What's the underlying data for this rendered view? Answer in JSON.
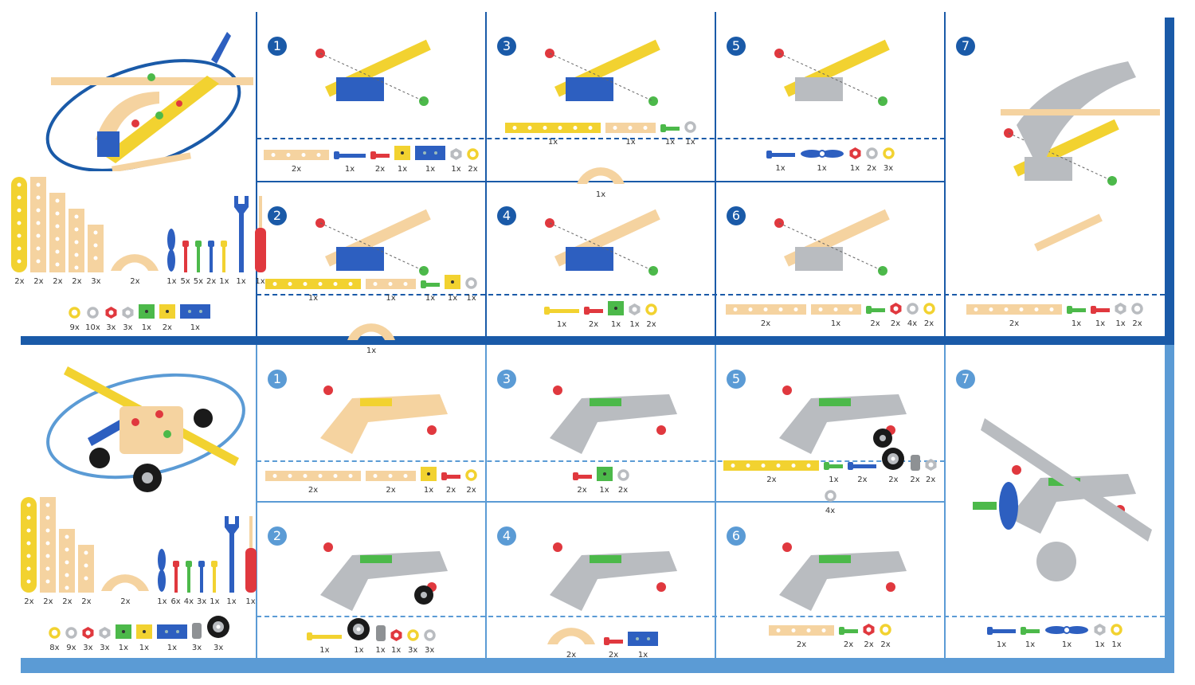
{
  "colors": {
    "dark_blue": "#1a5aa8",
    "light_blue": "#5b9bd5",
    "wood": "#f5d3a0",
    "yellow": "#f2d230",
    "red": "#e0383e",
    "green": "#4cb94a",
    "blue": "#2d5fc0",
    "grey": "#b9bcc0",
    "black": "#1a1a1a"
  },
  "helicopter": {
    "overview_parts_row1": [
      {
        "type": "vbeam",
        "color": "#f2d230",
        "h": 120,
        "qty": "2x"
      },
      {
        "type": "vbeam",
        "color": "#f5d3a0",
        "h": 120,
        "qty": "2x"
      },
      {
        "type": "vbeam",
        "color": "#f5d3a0",
        "h": 100,
        "qty": "2x"
      },
      {
        "type": "vbeam",
        "color": "#f5d3a0",
        "h": 80,
        "qty": "2x"
      },
      {
        "type": "vbeam",
        "color": "#f5d3a0",
        "h": 60,
        "qty": "3x"
      },
      {
        "type": "arc",
        "color": "#f5d3a0",
        "qty": "2x"
      },
      {
        "type": "vprop",
        "color": "#2d5fc0",
        "qty": "1x"
      },
      {
        "type": "vscrew",
        "color": "#e0383e",
        "qty": "5x"
      },
      {
        "type": "vscrew",
        "color": "#4cb94a",
        "qty": "5x"
      },
      {
        "type": "vscrew",
        "color": "#2d5fc0",
        "qty": "2x"
      },
      {
        "type": "vscrew",
        "color": "#f2d230",
        "qty": "1x"
      },
      {
        "type": "wrench",
        "color": "#2d5fc0",
        "qty": "1x"
      },
      {
        "type": "screwdriver",
        "color": "#e0383e",
        "qty": "1x"
      }
    ],
    "overview_parts_row2": [
      {
        "type": "washer",
        "color": "#f2d230",
        "qty": "9x"
      },
      {
        "type": "washer",
        "color": "#b9bcc0",
        "qty": "10x"
      },
      {
        "type": "nut",
        "color": "#e0383e",
        "qty": "3x"
      },
      {
        "type": "nut",
        "color": "#b9bcc0",
        "qty": "3x"
      },
      {
        "type": "cube",
        "color": "#4cb94a",
        "qty": "1x"
      },
      {
        "type": "cube",
        "color": "#f2d230",
        "qty": "2x"
      },
      {
        "type": "block",
        "color": "#2d5fc0",
        "qty": "1x"
      }
    ],
    "steps": [
      {
        "number": "1",
        "parts": [
          {
            "type": "beam",
            "color": "#f5d3a0",
            "holes": 4,
            "qty": "2x"
          },
          {
            "type": "screw",
            "color": "#2d5fc0",
            "len": 40,
            "qty": "1x"
          },
          {
            "type": "screw",
            "color": "#e0383e",
            "qty": "2x"
          },
          {
            "type": "cube",
            "color": "#f2d230",
            "qty": "1x"
          },
          {
            "type": "block",
            "color": "#2d5fc0",
            "qty": "1x"
          },
          {
            "type": "nut",
            "color": "#b9bcc0",
            "qty": "1x"
          },
          {
            "type": "washer",
            "color": "#f2d230",
            "qty": "2x"
          }
        ]
      },
      {
        "number": "2",
        "parts": [
          {
            "type": "beam",
            "color": "#f2d230",
            "holes": 6,
            "qty": "1x"
          },
          {
            "type": "beam",
            "color": "#f5d3a0",
            "holes": 3,
            "qty": "1x"
          },
          {
            "type": "screw",
            "color": "#4cb94a",
            "qty": "1x"
          },
          {
            "type": "cube",
            "color": "#f2d230",
            "qty": "1x"
          },
          {
            "type": "washer",
            "color": "#b9bcc0",
            "qty": "1x"
          },
          {
            "type": "arc",
            "color": "#f5d3a0",
            "qty": "1x"
          }
        ]
      },
      {
        "number": "3",
        "parts": [
          {
            "type": "beam",
            "color": "#f2d230",
            "holes": 6,
            "qty": "1x"
          },
          {
            "type": "beam",
            "color": "#f5d3a0",
            "holes": 3,
            "qty": "1x"
          },
          {
            "type": "screw",
            "color": "#4cb94a",
            "qty": "1x"
          },
          {
            "type": "washer",
            "color": "#b9bcc0",
            "qty": "1x"
          },
          {
            "type": "arc",
            "color": "#f5d3a0",
            "qty": "1x"
          }
        ]
      },
      {
        "number": "4",
        "parts": [
          {
            "type": "screw",
            "color": "#f2d230",
            "len": 44,
            "qty": "1x"
          },
          {
            "type": "screw",
            "color": "#e0383e",
            "qty": "2x"
          },
          {
            "type": "cube",
            "color": "#4cb94a",
            "qty": "1x"
          },
          {
            "type": "nut",
            "color": "#b9bcc0",
            "qty": "1x"
          },
          {
            "type": "washer",
            "color": "#f2d230",
            "qty": "2x"
          }
        ]
      },
      {
        "number": "5",
        "parts": [
          {
            "type": "screw",
            "color": "#2d5fc0",
            "len": 36,
            "qty": "1x"
          },
          {
            "type": "prop",
            "color": "#2d5fc0",
            "qty": "1x"
          },
          {
            "type": "nut",
            "color": "#e0383e",
            "qty": "1x"
          },
          {
            "type": "washer",
            "color": "#b9bcc0",
            "qty": "2x"
          },
          {
            "type": "washer",
            "color": "#f2d230",
            "qty": "3x"
          }
        ]
      },
      {
        "number": "6",
        "parts": [
          {
            "type": "beam",
            "color": "#f5d3a0",
            "holes": 5,
            "qty": "2x"
          },
          {
            "type": "beam",
            "color": "#f5d3a0",
            "holes": 3,
            "qty": "1x"
          },
          {
            "type": "screw",
            "color": "#4cb94a",
            "qty": "2x"
          },
          {
            "type": "nut",
            "color": "#e0383e",
            "qty": "2x"
          },
          {
            "type": "washer",
            "color": "#b9bcc0",
            "qty": "4x"
          },
          {
            "type": "washer",
            "color": "#f2d230",
            "qty": "2x"
          }
        ]
      },
      {
        "number": "7",
        "parts": [
          {
            "type": "beam",
            "color": "#f5d3a0",
            "holes": 6,
            "qty": "2x"
          },
          {
            "type": "screw",
            "color": "#4cb94a",
            "qty": "1x"
          },
          {
            "type": "screw",
            "color": "#e0383e",
            "qty": "1x"
          },
          {
            "type": "nut",
            "color": "#b9bcc0",
            "qty": "1x"
          },
          {
            "type": "washer",
            "color": "#b9bcc0",
            "qty": "2x"
          }
        ]
      }
    ]
  },
  "airplane": {
    "overview_parts_row1": [
      {
        "type": "vbeam",
        "color": "#f2d230",
        "h": 120,
        "qty": "2x"
      },
      {
        "type": "vbeam",
        "color": "#f5d3a0",
        "h": 120,
        "qty": "2x"
      },
      {
        "type": "vbeam",
        "color": "#f5d3a0",
        "h": 80,
        "qty": "2x"
      },
      {
        "type": "vbeam",
        "color": "#f5d3a0",
        "h": 60,
        "qty": "2x"
      },
      {
        "type": "arc",
        "color": "#f5d3a0",
        "qty": "2x"
      },
      {
        "type": "vprop",
        "color": "#2d5fc0",
        "qty": "1x"
      },
      {
        "type": "vscrew",
        "color": "#e0383e",
        "qty": "6x"
      },
      {
        "type": "vscrew",
        "color": "#4cb94a",
        "qty": "4x"
      },
      {
        "type": "vscrew",
        "color": "#2d5fc0",
        "qty": "3x"
      },
      {
        "type": "vscrew",
        "color": "#f2d230",
        "qty": "1x"
      },
      {
        "type": "wrench",
        "color": "#2d5fc0",
        "qty": "1x"
      },
      {
        "type": "screwdriver",
        "color": "#e0383e",
        "qty": "1x"
      }
    ],
    "overview_parts_row2": [
      {
        "type": "washer",
        "color": "#f2d230",
        "qty": "8x"
      },
      {
        "type": "washer",
        "color": "#b9bcc0",
        "qty": "9x"
      },
      {
        "type": "nut",
        "color": "#e0383e",
        "qty": "3x"
      },
      {
        "type": "nut",
        "color": "#b9bcc0",
        "qty": "3x"
      },
      {
        "type": "cube",
        "color": "#4cb94a",
        "qty": "1x"
      },
      {
        "type": "cube",
        "color": "#f2d230",
        "qty": "1x"
      },
      {
        "type": "block",
        "color": "#2d5fc0",
        "qty": "1x"
      },
      {
        "type": "spacer",
        "color": "#8e9194",
        "qty": "3x"
      },
      {
        "type": "wheel",
        "color": "#1a1a1a",
        "qty": "3x"
      }
    ],
    "steps": [
      {
        "number": "1",
        "parts": [
          {
            "type": "beam",
            "color": "#f5d3a0",
            "holes": 6,
            "qty": "2x"
          },
          {
            "type": "beam",
            "color": "#f5d3a0",
            "holes": 3,
            "qty": "2x"
          },
          {
            "type": "cube",
            "color": "#f2d230",
            "qty": "1x"
          },
          {
            "type": "screw",
            "color": "#e0383e",
            "qty": "2x"
          },
          {
            "type": "washer",
            "color": "#f2d230",
            "qty": "2x"
          }
        ]
      },
      {
        "number": "2",
        "parts": [
          {
            "type": "screw",
            "color": "#f2d230",
            "len": 44,
            "qty": "1x"
          },
          {
            "type": "wheel",
            "color": "#1a1a1a",
            "qty": "1x"
          },
          {
            "type": "spacer",
            "color": "#8e9194",
            "qty": "1x"
          },
          {
            "type": "nut",
            "color": "#e0383e",
            "qty": "1x"
          },
          {
            "type": "washer",
            "color": "#f2d230",
            "qty": "3x"
          },
          {
            "type": "washer",
            "color": "#b9bcc0",
            "qty": "3x"
          }
        ]
      },
      {
        "number": "3",
        "parts": [
          {
            "type": "screw",
            "color": "#e0383e",
            "qty": "2x"
          },
          {
            "type": "cube",
            "color": "#4cb94a",
            "qty": "1x"
          },
          {
            "type": "washer",
            "color": "#b9bcc0",
            "qty": "2x"
          }
        ]
      },
      {
        "number": "4",
        "parts": [
          {
            "type": "arc",
            "color": "#f5d3a0",
            "qty": "2x"
          },
          {
            "type": "screw",
            "color": "#e0383e",
            "qty": "2x"
          },
          {
            "type": "block",
            "color": "#2d5fc0",
            "qty": "1x"
          }
        ]
      },
      {
        "number": "5",
        "parts": [
          {
            "type": "beam",
            "color": "#f2d230",
            "holes": 6,
            "qty": "2x"
          },
          {
            "type": "screw",
            "color": "#4cb94a",
            "qty": "1x"
          },
          {
            "type": "screw",
            "color": "#2d5fc0",
            "len": 36,
            "qty": "2x"
          },
          {
            "type": "wheel",
            "color": "#1a1a1a",
            "qty": "2x"
          },
          {
            "type": "spacer",
            "color": "#8e9194",
            "qty": "2x"
          },
          {
            "type": "nut",
            "color": "#b9bcc0",
            "qty": "2x"
          },
          {
            "type": "washer",
            "color": "#b9bcc0",
            "qty": "4x"
          }
        ]
      },
      {
        "number": "6",
        "parts": [
          {
            "type": "beam",
            "color": "#f5d3a0",
            "holes": 4,
            "qty": "2x"
          },
          {
            "type": "screw",
            "color": "#4cb94a",
            "qty": "2x"
          },
          {
            "type": "nut",
            "color": "#e0383e",
            "qty": "2x"
          },
          {
            "type": "washer",
            "color": "#f2d230",
            "qty": "2x"
          }
        ]
      },
      {
        "number": "7",
        "parts": [
          {
            "type": "screw",
            "color": "#2d5fc0",
            "len": 36,
            "qty": "1x"
          },
          {
            "type": "screw",
            "color": "#4cb94a",
            "qty": "1x"
          },
          {
            "type": "prop",
            "color": "#2d5fc0",
            "qty": "1x"
          },
          {
            "type": "nut",
            "color": "#b9bcc0",
            "qty": "1x"
          },
          {
            "type": "washer",
            "color": "#f2d230",
            "qty": "1x"
          }
        ]
      }
    ]
  }
}
